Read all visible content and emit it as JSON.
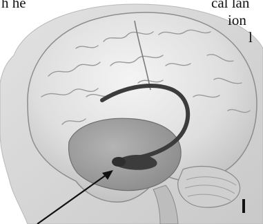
{
  "fragments": {
    "left_top": "h he",
    "right_top": "cal lan",
    "right_line2": "ion",
    "right_line3": "l"
  },
  "colors": {
    "brain_light": "#e6e6e6",
    "brain_mid": "#c8c8c8",
    "temporal_lobe": "#9a9a9a",
    "pathway": "#3c3c3c",
    "head_silhouette": "#d4d4d4"
  },
  "icons": {
    "brain": "brain-illustration",
    "head": "head-silhouette",
    "arrow": "pointer-arrow"
  }
}
